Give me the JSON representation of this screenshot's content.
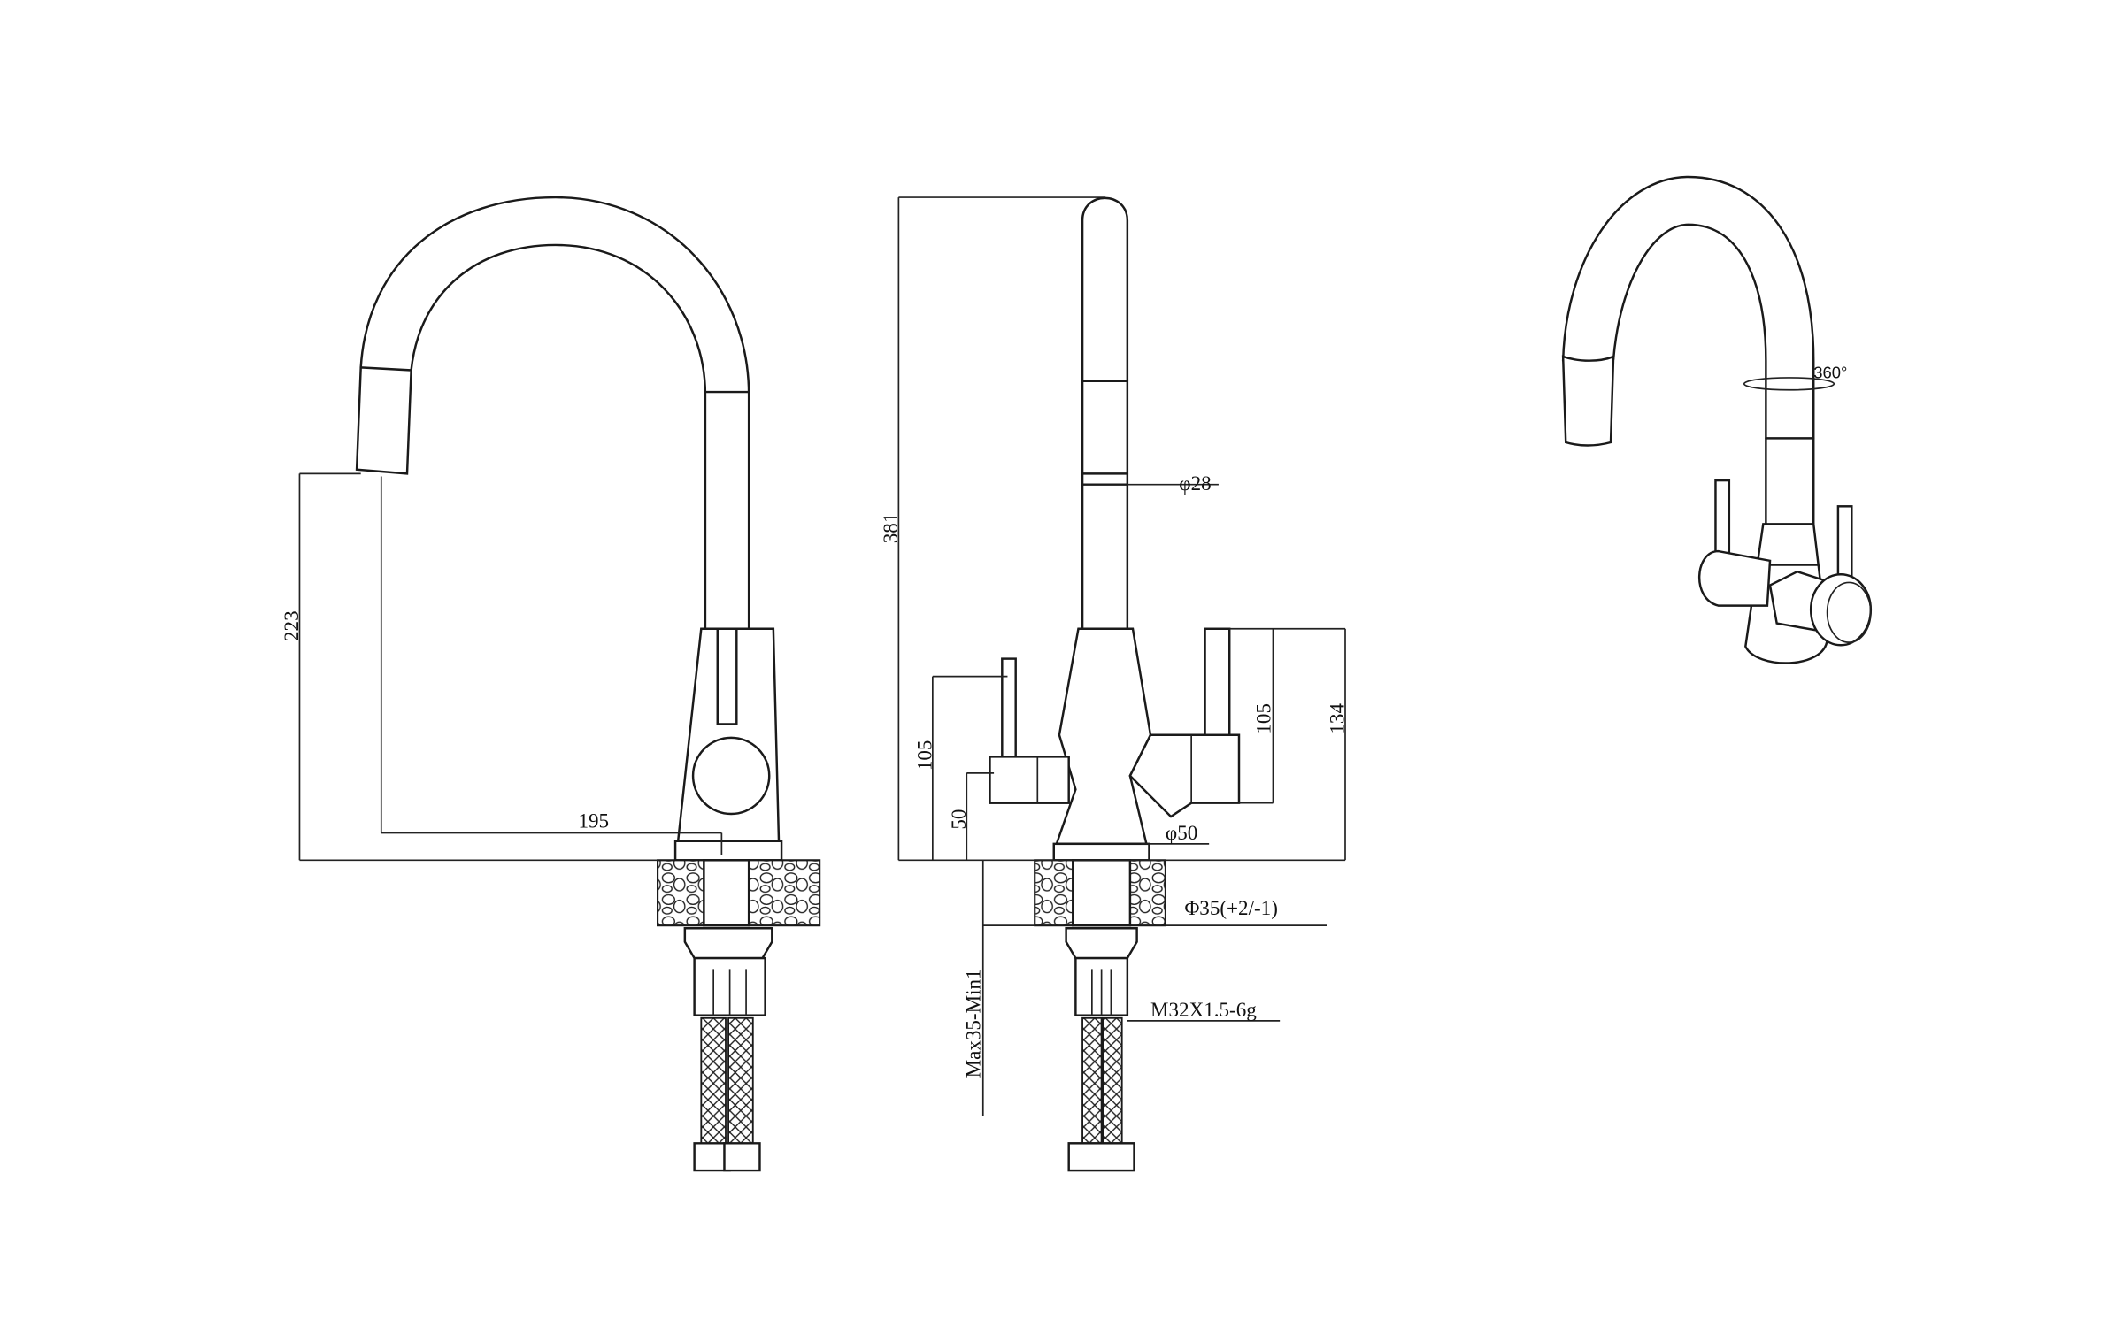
{
  "drawing": {
    "title": "Faucet technical drawing",
    "line_color": "#1a1a1a",
    "background": "#ffffff"
  },
  "front_view": {
    "spout_height_dim": "223",
    "spout_reach_dim": "195"
  },
  "side_view": {
    "total_height_dim": "381",
    "spout_diameter_dim": "φ28",
    "left_handle_height_dim": "105",
    "left_handle_axis_dim": "50",
    "body_diameter_dim": "φ50",
    "right_handle_height_dim": "105",
    "right_handle_total_dim": "134",
    "hole_diameter_dim": "Φ35(+2/-1)",
    "deck_thickness_dim": "Max35-Min1",
    "thread_dim": "M32X1.5-6g"
  },
  "perspective_view": {
    "rotation_label": "360°"
  }
}
